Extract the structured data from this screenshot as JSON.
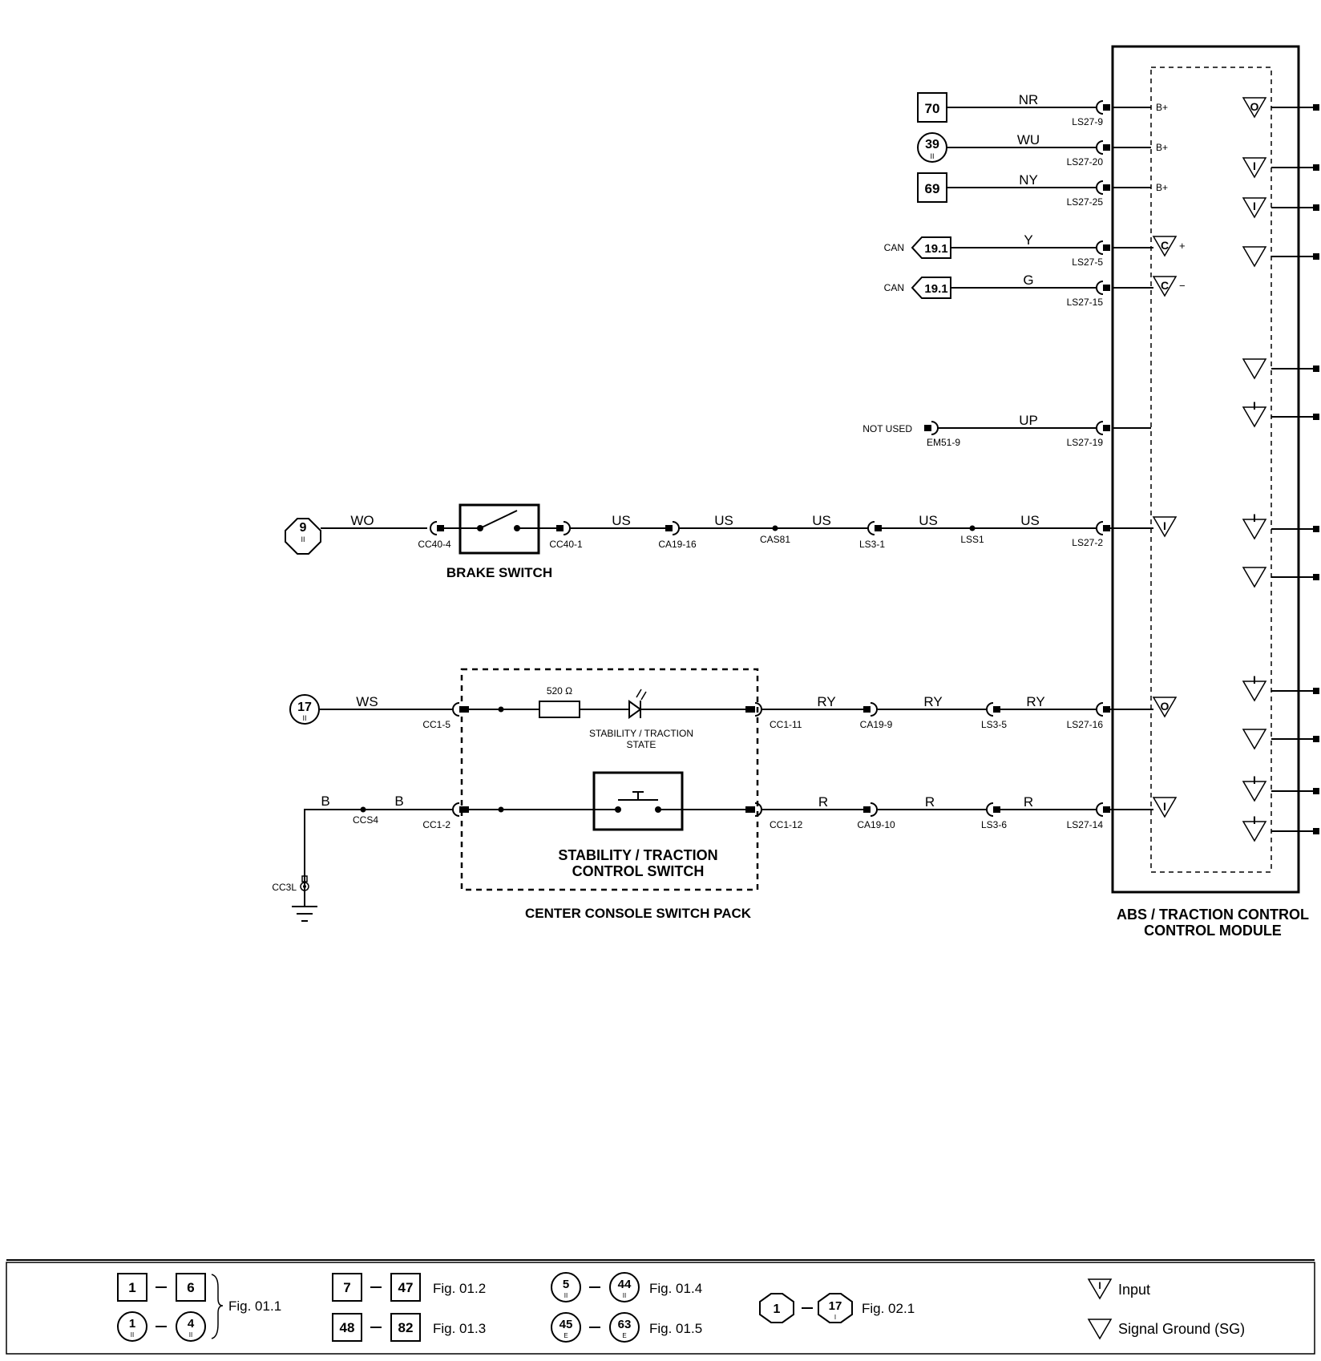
{
  "module": {
    "title_line1": "ABS / TRACTION CONTROL",
    "title_line2": "CONTROL MODULE",
    "pin_bplus": "B+",
    "pin_c": "C",
    "pin_plus": "+",
    "pin_minus": "−",
    "sym_o": "O",
    "sym_i": "I"
  },
  "supplies": [
    {
      "ref": "70",
      "wire": "NR",
      "pin": "LS27-9"
    },
    {
      "ref": "39",
      "sub": "II",
      "wire": "WU",
      "pin": "LS27-20"
    },
    {
      "ref": "69",
      "wire": "NY",
      "pin": "LS27-25"
    }
  ],
  "can": [
    {
      "label": "CAN",
      "ref": "19.1",
      "wire": "Y",
      "pin": "LS27-5"
    },
    {
      "label": "CAN",
      "ref": "19.1",
      "wire": "G",
      "pin": "LS27-15"
    }
  ],
  "notused": {
    "label": "NOT USED",
    "conn": "EM51-9",
    "wire": "UP",
    "pin": "LS27-19"
  },
  "brake": {
    "ref": "9",
    "sub": "II",
    "wire1": "WO",
    "conn1": "CC40-4",
    "conn2": "CC40-1",
    "wires": [
      "US",
      "US",
      "US",
      "US",
      "US"
    ],
    "conns": [
      "CA19-16",
      "CAS81",
      "LS3-1",
      "LSS1",
      "LS27-2"
    ],
    "label": "BRAKE SWITCH"
  },
  "led_row": {
    "ref": "17",
    "sub": "II",
    "wire1": "WS",
    "conn1": "CC1-5",
    "resistor": "520 Ω",
    "led_line1": "STABILITY / TRACTION",
    "led_line2": "STATE",
    "conn2": "CC1-11",
    "wires": [
      "RY",
      "RY",
      "RY"
    ],
    "conns": [
      "CA19-9",
      "LS3-5",
      "LS27-16"
    ]
  },
  "switch_row": {
    "wire_b1": "B",
    "wire_b2": "B",
    "splice": "CCS4",
    "conn1": "CC1-2",
    "ground": "CC3L",
    "conn2": "CC1-12",
    "wires": [
      "R",
      "R",
      "R"
    ],
    "conns": [
      "CA19-10",
      "LS3-6",
      "LS27-14"
    ],
    "switch_line1": "STABILITY / TRACTION",
    "switch_line2": "CONTROL SWITCH"
  },
  "pack_label": "CENTER CONSOLE SWITCH PACK",
  "legend": {
    "fig011": "Fig. 01.1",
    "fig012": "Fig. 01.2",
    "fig013": "Fig. 01.3",
    "fig014": "Fig. 01.4",
    "fig015": "Fig. 01.5",
    "fig021": "Fig. 02.1",
    "input": "Input",
    "sg": "Signal Ground (SG)",
    "b1": "1",
    "b6": "6",
    "c1": "1",
    "c4": "4",
    "b7": "7",
    "b47": "47",
    "b48": "48",
    "b82": "82",
    "c5": "5",
    "c44": "44",
    "c45": "45",
    "c63": "63",
    "o1": "1",
    "o17": "17",
    "sub_ii": "II",
    "sub_e": "E",
    "sub_i": "I"
  }
}
